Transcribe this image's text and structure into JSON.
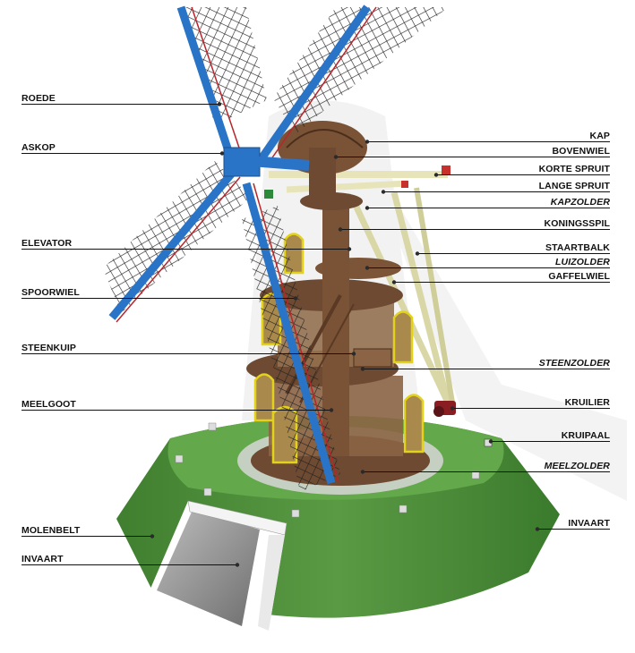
{
  "colors": {
    "mound": "#4f8f3a",
    "mound_dark": "#3f7a2f",
    "wood": "#7a5236",
    "wood_dark": "#5a3a24",
    "sail_blue": "#2a74c8",
    "sail_red": "#b8262c",
    "beam": "#e6e4b8",
    "window_trim": "#e3d21a",
    "ghost": "#e8e8e8"
  },
  "labels_left": [
    {
      "key": "roede",
      "text": "ROEDE",
      "italic": false
    },
    {
      "key": "askop",
      "text": "ASKOP",
      "italic": false
    },
    {
      "key": "elevator",
      "text": "ELEVATOR",
      "italic": false
    },
    {
      "key": "spoorwiel",
      "text": "SPOORWIEL",
      "italic": false
    },
    {
      "key": "steenkuip",
      "text": "STEENKUIP",
      "italic": false
    },
    {
      "key": "meelgoot",
      "text": "MEELGOOT",
      "italic": false
    },
    {
      "key": "molenbelt",
      "text": "MOLENBELT",
      "italic": false
    },
    {
      "key": "invaart-left",
      "text": "INVAART",
      "italic": false
    }
  ],
  "labels_right": [
    {
      "key": "kap",
      "text": "KAP",
      "italic": false
    },
    {
      "key": "bovenwiel",
      "text": "BOVENWIEL",
      "italic": false
    },
    {
      "key": "korte-spruit",
      "text": "KORTE SPRUIT",
      "italic": false
    },
    {
      "key": "lange-spruit",
      "text": "LANGE SPRUIT",
      "italic": false
    },
    {
      "key": "kapzolder",
      "text": "KAPZOLDER",
      "italic": true
    },
    {
      "key": "koningsspil",
      "text": "KONINGSSPIL",
      "italic": false
    },
    {
      "key": "staartbalk",
      "text": "STAARTBALK",
      "italic": false
    },
    {
      "key": "luizolder",
      "text": "LUIZOLDER",
      "italic": true
    },
    {
      "key": "gaffelwiel",
      "text": "GAFFELWIEL",
      "italic": false
    },
    {
      "key": "steenzolder",
      "text": "STEENZOLDER",
      "italic": true
    },
    {
      "key": "kruilier",
      "text": "KRUILIER",
      "italic": false
    },
    {
      "key": "kruipaal",
      "text": "KRUIPAAL",
      "italic": false
    },
    {
      "key": "meelzolder",
      "text": "MEELZOLDER",
      "italic": true
    },
    {
      "key": "invaart-right",
      "text": "INVAART",
      "italic": false
    }
  ]
}
